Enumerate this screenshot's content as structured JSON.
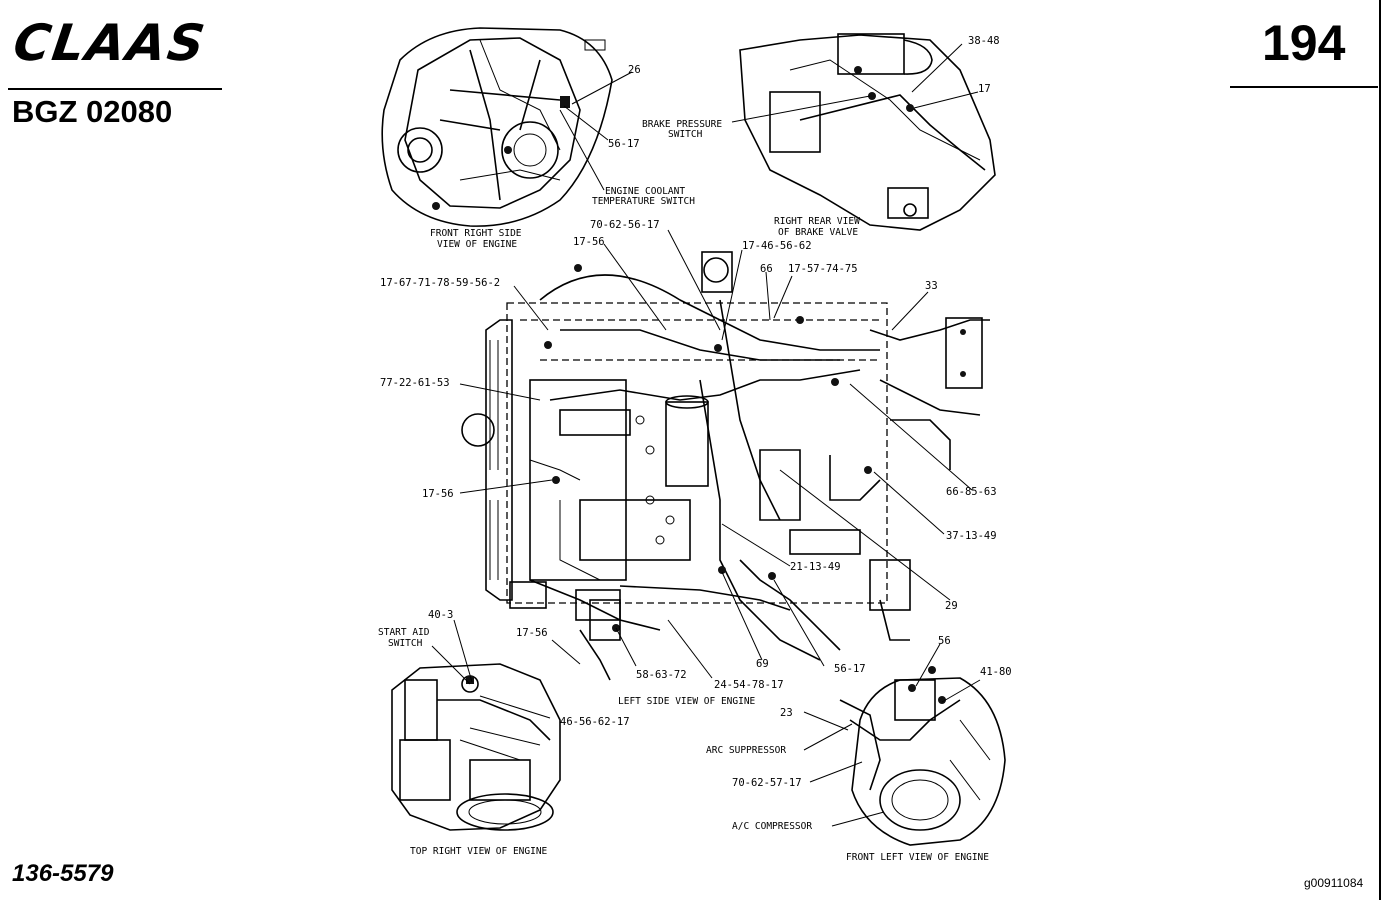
{
  "header": {
    "brand": "CLAAS",
    "model_code": "BGZ 02080",
    "page_number": "194"
  },
  "footer": {
    "part_number": "136-5579",
    "image_code": "g00911084"
  },
  "views": {
    "front_right_side": "FRONT RIGHT SIDE",
    "front_right_side_2": "VIEW OF ENGINE",
    "right_rear": "RIGHT REAR VIEW",
    "right_rear_2": "OF BRAKE VALVE",
    "left_side": "LEFT SIDE VIEW OF ENGINE",
    "top_right": "TOP RIGHT VIEW OF ENGINE",
    "front_left": "FRONT LEFT VIEW OF ENGINE"
  },
  "components": {
    "brake_pressure_1": "BRAKE PRESSURE",
    "brake_pressure_2": "SWITCH",
    "coolant_1": "ENGINE COOLANT",
    "coolant_2": "TEMPERATURE SWITCH",
    "start_aid_1": "START AID",
    "start_aid_2": "SWITCH",
    "arc_suppressor": "ARC SUPPRESSOR",
    "ac_compressor": "A/C COMPRESSOR"
  },
  "callouts": {
    "c26": "26",
    "c56_17_a": "56-17",
    "c38_48": "38-48",
    "c17_a": "17",
    "c70_62_56_17": "70-62-56-17",
    "c17_56_a": "17-56",
    "c17_46_56_62": "17-46-56-62",
    "c66": "66",
    "c17_57_74_75": "17-57-74-75",
    "c33": "33",
    "c17_67_71": "17-67-71-78-59-56-2",
    "c77_22_61_53": "77-22-61-53",
    "c17_56_b": "17-56",
    "c66_85_63": "66-85-63",
    "c37_13_49": "37-13-49",
    "c21_13_49": "21-13-49",
    "c29": "29",
    "c40_3": "40-3",
    "c17_56_c": "17-56",
    "c58_63_72": "58-63-72",
    "c69": "69",
    "c56_17_b": "56-17",
    "c24_54_78_17": "24-54-78-17",
    "c56_b": "56",
    "c41_80": "41-80",
    "c46_56_62_17": "46-56-62-17",
    "c23": "23",
    "c70_62_57_17": "70-62-57-17"
  }
}
